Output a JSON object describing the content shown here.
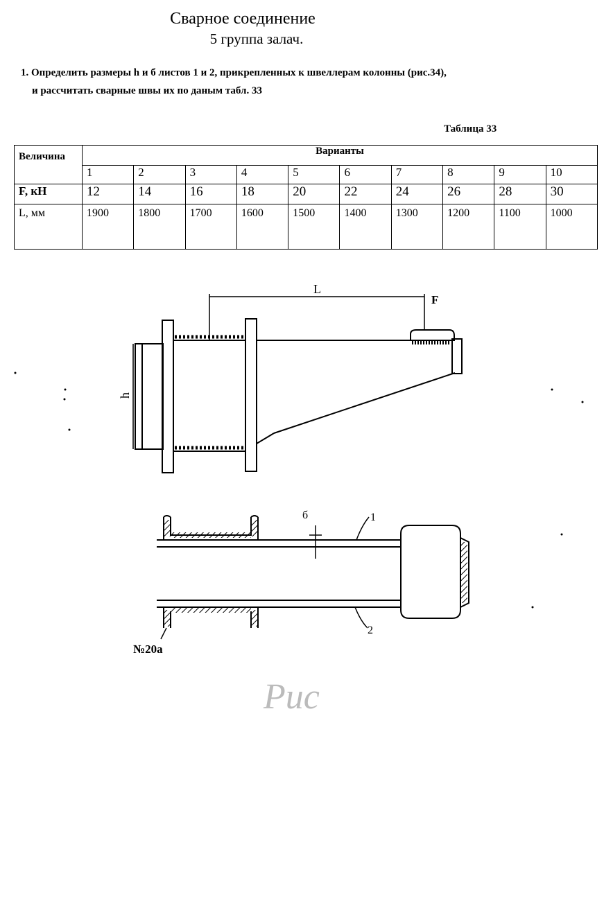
{
  "document": {
    "title": "Сварное соединение",
    "subtitle": "5 группа залач.",
    "task_line1": "1. Определить размеры h и б листов 1 и 2, прикрепленных к швеллерам колонны (рис.34),",
    "task_line2": "и рассчитать сварные швы их по даным табл. 33",
    "table_caption": "Таблица 33"
  },
  "table": {
    "row_header": "Величина",
    "group_header": "Варианты",
    "variants": [
      "1",
      "2",
      "3",
      "4",
      "5",
      "6",
      "7",
      "8",
      "9",
      "10"
    ],
    "rows": [
      {
        "label": "F, кН",
        "values": [
          "12",
          "14",
          "16",
          "18",
          "20",
          "22",
          "24",
          "26",
          "28",
          "30"
        ]
      },
      {
        "label": "L, мм",
        "values": [
          "1900",
          "1800",
          "1700",
          "1600",
          "1500",
          "1400",
          "1300",
          "1200",
          "1100",
          "1000"
        ]
      }
    ]
  },
  "figure": {
    "label_L": "L",
    "label_F": "F",
    "label_h": "h",
    "label_b": "б",
    "label_1": "1",
    "label_2": "2",
    "label_channel": "№20а",
    "label_caption": "Рис"
  }
}
